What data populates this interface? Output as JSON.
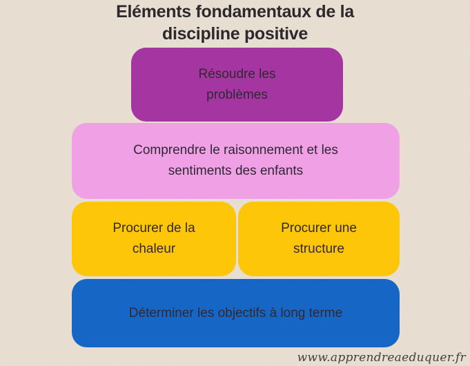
{
  "title": "Eléments fondamentaux de la discipline positive",
  "diagram": {
    "blocks": [
      {
        "id": "resoudre",
        "label": "Résoudre les problèmes",
        "color": "#a535a0"
      },
      {
        "id": "comprendre",
        "label": "Comprendre le raisonnement et les sentiments des enfants",
        "color": "#f0a1e6"
      },
      {
        "id": "chaleur",
        "label": "Procurer de la chaleur",
        "color": "#fdc608"
      },
      {
        "id": "structure",
        "label": "Procurer une structure",
        "color": "#fdc608"
      },
      {
        "id": "objectifs",
        "label": "Déterminer les objectifs à long terme",
        "color": "#1667c5"
      }
    ]
  },
  "watermark": "www.apprendreaeduquer.fr",
  "colors": {
    "background": "#eae0d4",
    "title_text": "#2b292c",
    "block_text": "#312833"
  }
}
